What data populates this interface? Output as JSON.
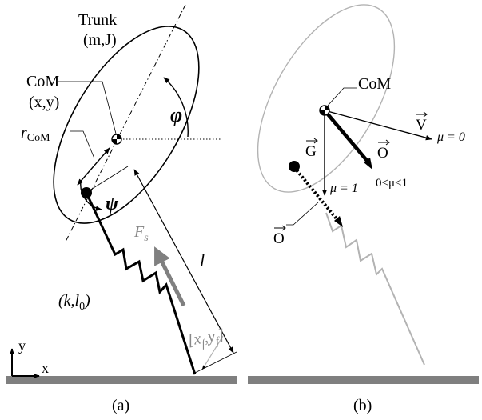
{
  "panel_a": {
    "caption": "(a)",
    "trunk_label": "Trunk",
    "trunk_params": "(m,J)",
    "com_label": "CoM",
    "com_coords": "(x,y)",
    "r_com_base": "r",
    "r_com_sub": "CoM",
    "phi_symbol": "φ",
    "psi_symbol": "ψ",
    "force_base": "F",
    "force_sub": "s",
    "length_symbol": "l",
    "spring_params_prefix": "(k,l",
    "spring_params_sub": "0",
    "spring_params_suffix": ")",
    "foot_open": "[x",
    "foot_sub_x": "f",
    "foot_mid": ",y",
    "foot_sub_y": "f",
    "foot_close": "]",
    "axis_x_label": "x",
    "axis_y_label": "y"
  },
  "panel_b": {
    "caption": "(b)",
    "com_label": "CoM",
    "vector_v": "V",
    "vector_g": "G",
    "vector_o": "O",
    "vector_o_foot": "O",
    "mu_zero": "μ = 0",
    "mu_one": "μ = 1",
    "mu_between": "0<μ<1"
  },
  "colors": {
    "ground": "#7f7f7f",
    "light_grey": "#b3b3b3",
    "force_grey": "#808080",
    "ink": "#000000"
  }
}
